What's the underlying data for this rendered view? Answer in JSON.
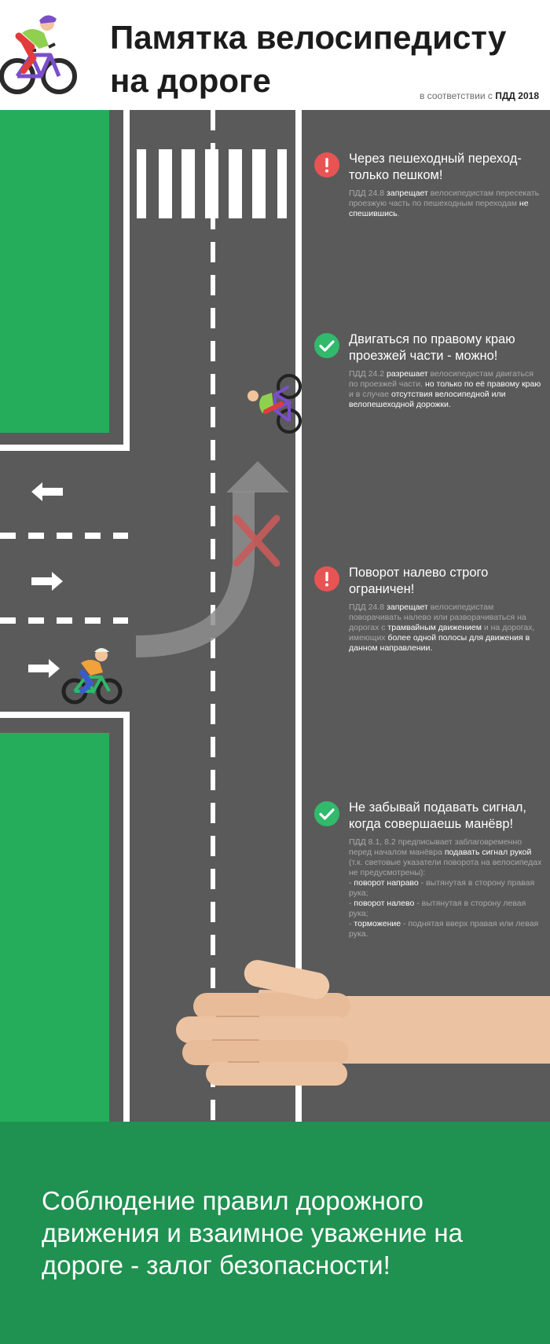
{
  "header": {
    "title_line1": "Памятка велосипедисту",
    "title_line2": "на дороге",
    "subtitle_prefix": "в соответствии с",
    "subtitle_strong": "ПДД 2018"
  },
  "rules": [
    {
      "status": "warning",
      "heading": "Через пешеходный переход- только пешком!",
      "text": [
        {
          "t": "ПДД 24.8 ",
          "h": false
        },
        {
          "t": "запрещает",
          "h": true
        },
        {
          "t": " велосипедистам пересекать проезжую часть по пешеходным переходам ",
          "h": false
        },
        {
          "t": "не спешившись",
          "h": true
        },
        {
          "t": ".",
          "h": false
        }
      ]
    },
    {
      "status": "ok",
      "heading": "Двигаться по правому краю проезжей части - можно!",
      "text": [
        {
          "t": "ПДД 24.2 ",
          "h": false
        },
        {
          "t": "разрешает",
          "h": true
        },
        {
          "t": " велосипедистам двигаться по проезжей части, ",
          "h": false
        },
        {
          "t": "но только по её правому краю",
          "h": true
        },
        {
          "t": " и в случае ",
          "h": false
        },
        {
          "t": "отсутствия велосипедной или велопешеходной дорожки.",
          "h": true
        }
      ]
    },
    {
      "status": "warning",
      "heading": "Поворот налево строго ограничен!",
      "text": [
        {
          "t": "ПДД 24.8 ",
          "h": false
        },
        {
          "t": "запрещает",
          "h": true
        },
        {
          "t": " велосипедистам поворачивать налево или разворачиваться на дорогах с ",
          "h": false
        },
        {
          "t": "трамвайным движением",
          "h": true
        },
        {
          "t": " и на дорогах, имеющих ",
          "h": false
        },
        {
          "t": "более одной полосы для движения в данном направлении.",
          "h": true
        }
      ]
    },
    {
      "status": "ok",
      "heading": "Не забывай подавать сигнал, когда совершаешь манёвр!",
      "text": [
        {
          "t": "ПДД 8.1, 8.2 предписывает заблаговременно перед началом манёвра ",
          "h": false
        },
        {
          "t": "подавать сигнал рукой",
          "h": true
        },
        {
          "t": " (т.к. световые указатели поворота на велосипедах не предусмотрены):",
          "h": false
        },
        {
          "t": "\n - ",
          "h": false
        },
        {
          "t": "поворот направо",
          "h": true
        },
        {
          "t": " - вытянутая в сторону правая рука;",
          "h": false
        },
        {
          "t": "\n - ",
          "h": false
        },
        {
          "t": "поворот налево",
          "h": true
        },
        {
          "t": " - вытянутая в сторону левая рука;",
          "h": false
        },
        {
          "t": "\n - ",
          "h": false
        },
        {
          "t": "торможение",
          "h": true
        },
        {
          "t": " - поднятая вверх правая или левая рука.",
          "h": false
        }
      ]
    }
  ],
  "footer": {
    "text": "Соблюдение правил дорожного движения и взаимное уважение на дороге - залог безопасности!"
  },
  "colors": {
    "road": "#5a5a5a",
    "grass": "#25ad5b",
    "marking": "#ffffff",
    "footer": "#1f9150",
    "warning": "#e85454",
    "ok": "#31b96c"
  },
  "icons": {
    "header": "cyclist-icon",
    "warning": "exclamation-icon",
    "ok": "checkmark-icon"
  }
}
